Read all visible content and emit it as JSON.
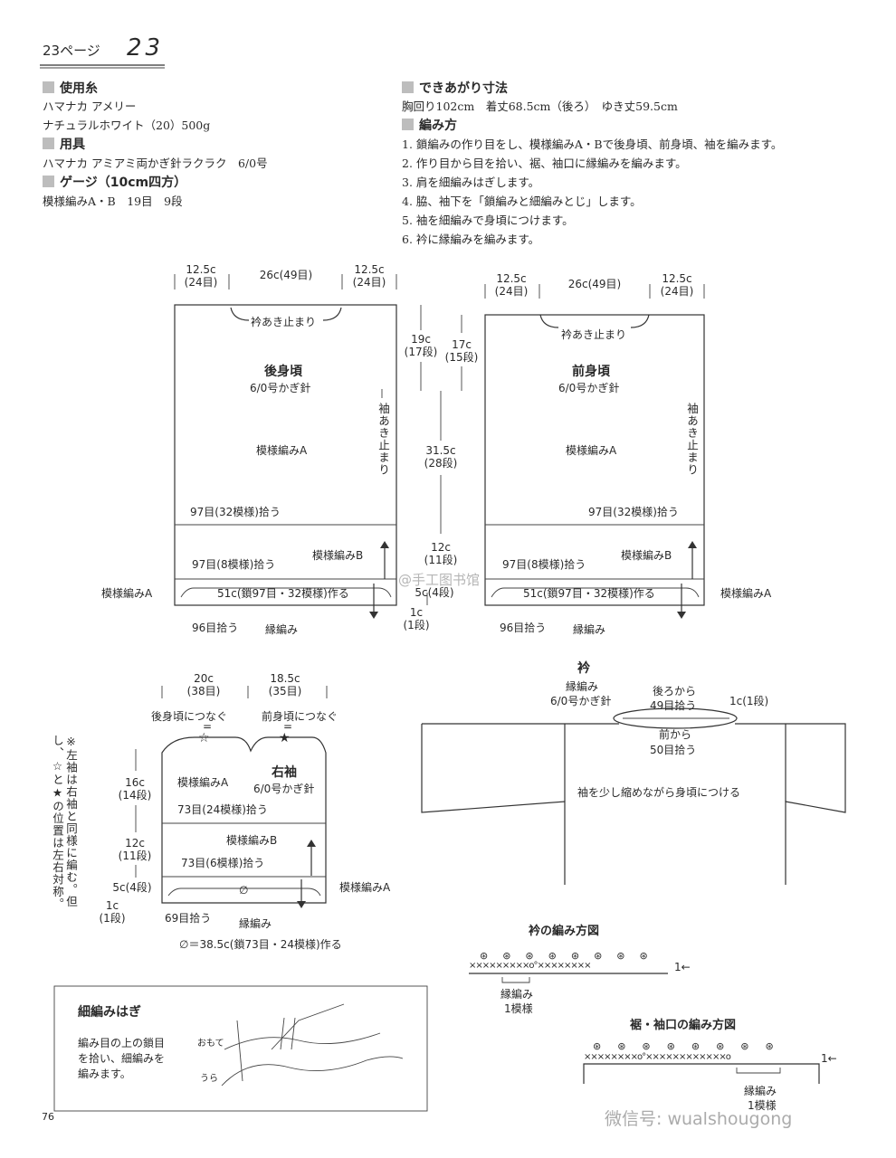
{
  "header": {
    "page_label": "23ページ",
    "page_number": "23"
  },
  "materials": {
    "yarn_heading": "使用糸",
    "yarn_line1": "ハマナカ アメリー",
    "yarn_line2": "ナチュラルホワイト（20）500g",
    "tools_heading": "用具",
    "tools_line": "ハマナカ アミアミ両かぎ針ラクラク　6/0号",
    "gauge_heading": "ゲージ（10cm四方）",
    "gauge_line": "模様編みA・B　19目　9段"
  },
  "finished": {
    "heading": "できあがり寸法",
    "line": "胸回り102cm　着丈68.5cm（後ろ）　ゆき丈59.5cm"
  },
  "instructions": {
    "heading": "編み方",
    "steps": [
      "1. 鎖編みの作り目をし、模様編みA・Bで後身頃、前身頃、袖を編みます。",
      "2. 作り目から目を拾い、裾、袖口に縁編みを編みます。",
      "3. 肩を細編みはぎします。",
      "4. 脇、袖下を「鎖編みと細編みとじ」します。",
      "5. 袖を細編みで身頃につけます。",
      "6. 衿に縁編みを編みます。"
    ]
  },
  "back": {
    "title": "後身頃",
    "hook": "6/0号かぎ針",
    "pattern_a": "模様編みA",
    "pick_97_32": "97目(32模様)拾う",
    "pattern_b": "模様編みB",
    "pick_97_8": "97目(8模様)拾う",
    "chain": "51c(鎖97目・32模様)作る",
    "pattern_a_side": "模様編みA",
    "pick_96": "96目拾う",
    "edging": "縁編み",
    "neck": "衿あき止まり",
    "armhole": "袖あき止まり",
    "w1_c": "12.5c",
    "w1_r": "(24目)",
    "w2_c": "26c(49目)",
    "w3_c": "12.5c",
    "w3_r": "(24目)"
  },
  "front": {
    "title": "前身頃",
    "hook": "6/0号かぎ針",
    "pattern_a": "模様編みA",
    "pick_97_32": "97目(32模様)拾う",
    "pattern_b": "模様編みB",
    "pick_97_8": "97目(8模様)拾う",
    "chain": "51c(鎖97目・32模様)作る",
    "pattern_a_side": "模様編みA",
    "pick_96": "96目拾う",
    "edging": "縁編み",
    "neck": "衿あき止まり",
    "armhole": "袖あき止まり",
    "w1_c": "12.5c",
    "w1_r": "(24目)",
    "w2_c": "26c(49目)",
    "w3_c": "12.5c",
    "w3_r": "(24目)"
  },
  "center_dims": {
    "d19_c": "19c",
    "d19_r": "(17段)",
    "d17_c": "17c",
    "d17_r": "(15段)",
    "d315_c": "31.5c",
    "d315_r": "(28段)",
    "d12_c": "12c",
    "d12_r": "(11段)",
    "d5": "5c(4段)",
    "d1_c": "1c",
    "d1_r": "(1段)"
  },
  "sleeve": {
    "title": "右袖",
    "hook": "6/0号かぎ針",
    "w1_c": "20c",
    "w1_r": "(38目)",
    "w2_c": "18.5c",
    "w2_r": "(35目)",
    "join_back": "後身頃につなぐ",
    "join_front": "前身頃につなぐ",
    "eq": "=",
    "star_open": "☆",
    "star_solid": "★",
    "pattern_a": "模様編みA",
    "pick_73_24": "73目(24模様)拾う",
    "pattern_b": "模様編みB",
    "pick_73_6": "73目(6模様)拾う",
    "phi": "∅",
    "pattern_a_side": "模様編みA",
    "pick_69": "69目拾う",
    "edging": "縁編み",
    "chain_note": "∅＝38.5c(鎖73目・24模様)作る",
    "h16_c": "16c",
    "h16_r": "(14段)",
    "h12_c": "12c",
    "h12_r": "(11段)",
    "h5": "5c(4段)",
    "h1_c": "1c",
    "h1_r": "(1段)",
    "note": "※左袖は右袖と同様に編む。但し、☆と★の位置は左右対称。"
  },
  "collar": {
    "title": "衿",
    "edging": "縁編み",
    "hook": "6/0号かぎ針",
    "from_back": "後ろから",
    "pick_49": "49目拾う",
    "c1": "1c(1段)",
    "from_front": "前から",
    "pick_50": "50目拾う",
    "attach_note": "袖を少し縮めながら身頃につける"
  },
  "collar_chart": {
    "title": "衿の編み方図",
    "edging": "縁編み",
    "repeat": "1模様",
    "row": "1←"
  },
  "hem_chart": {
    "title": "裾・袖口の編み方図",
    "edging": "縁編み",
    "repeat": "1模様",
    "row": "1←"
  },
  "sc_seam": {
    "title": "細編みはぎ",
    "text1": "編み目の上の鎖目",
    "text2": "を拾い、細編みを",
    "text3": "編みます。",
    "front": "おもて",
    "back": "うら"
  },
  "footer": {
    "page": "76",
    "watermark_mid": "@手工图书馆",
    "watermark_bottom": "微信号: wualshougong"
  }
}
